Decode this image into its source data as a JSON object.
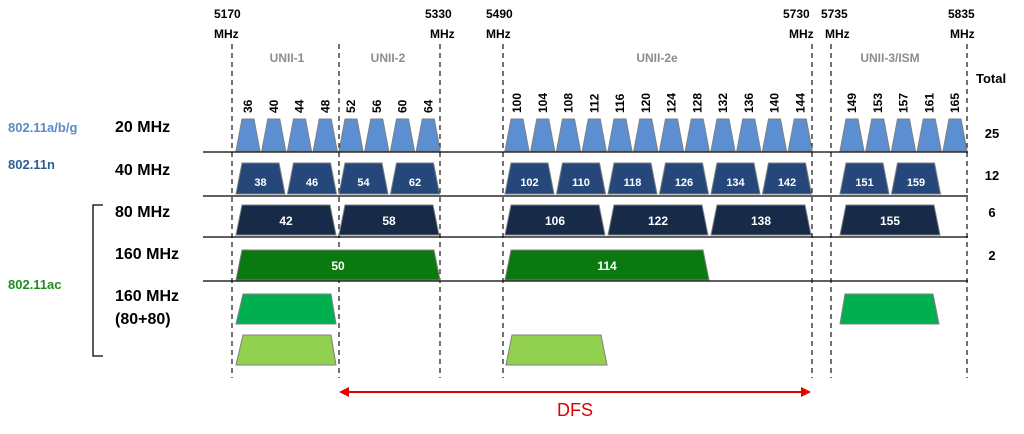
{
  "freq_labels": {
    "f5170": {
      "value": "5170",
      "unit": "MHz"
    },
    "f5330": {
      "value": "5330",
      "unit": "MHz"
    },
    "f5490": {
      "value": "5490",
      "unit": "MHz"
    },
    "f5730": {
      "value": "5730",
      "unit": "MHz"
    },
    "f5735": {
      "value": "5735",
      "unit": "MHz"
    },
    "f5835": {
      "value": "5835",
      "unit": "MHz"
    }
  },
  "bands": {
    "unii1": "UNII-1",
    "unii2": "UNII-2",
    "unii2e": "UNII-2e",
    "unii3": "UNII-3/ISM"
  },
  "total_header": "Total",
  "rows": {
    "r20": {
      "label": "20 MHz",
      "total": "25"
    },
    "r40": {
      "label": "40 MHz",
      "total": "12"
    },
    "r80": {
      "label": "80 MHz",
      "total": "6"
    },
    "r160": {
      "label": "160 MHz",
      "total": "2"
    },
    "r8080": {
      "label_line1": "160 MHz",
      "label_line2": "(80+80)"
    }
  },
  "standards": {
    "abg": "802.11a/b/g",
    "n": "802.11n",
    "ac": "802.11ac"
  },
  "channels_20": [
    "36",
    "40",
    "44",
    "48",
    "52",
    "56",
    "60",
    "64",
    "100",
    "104",
    "108",
    "112",
    "116",
    "120",
    "124",
    "128",
    "132",
    "136",
    "140",
    "144",
    "149",
    "153",
    "157",
    "161",
    "165"
  ],
  "channels_40": [
    "38",
    "46",
    "54",
    "62",
    "102",
    "110",
    "118",
    "126",
    "134",
    "142",
    "151",
    "159"
  ],
  "channels_80": [
    "42",
    "58",
    "106",
    "122",
    "138",
    "155"
  ],
  "channels_160": [
    "50",
    "114"
  ],
  "dfs_label": "DFS",
  "colors": {
    "ch20": "#5b8fd1",
    "ch40": "#26477a",
    "ch80": "#172a47",
    "ch160": "#0a7a10",
    "ch8080_a": "#00b050",
    "ch8080_b": "#92d050",
    "std_abg": "#5b8ac6",
    "std_n": "#2e5d95",
    "std_ac": "#1e8c1e",
    "dfs": "#e00000",
    "band": "#8c8c8c"
  }
}
